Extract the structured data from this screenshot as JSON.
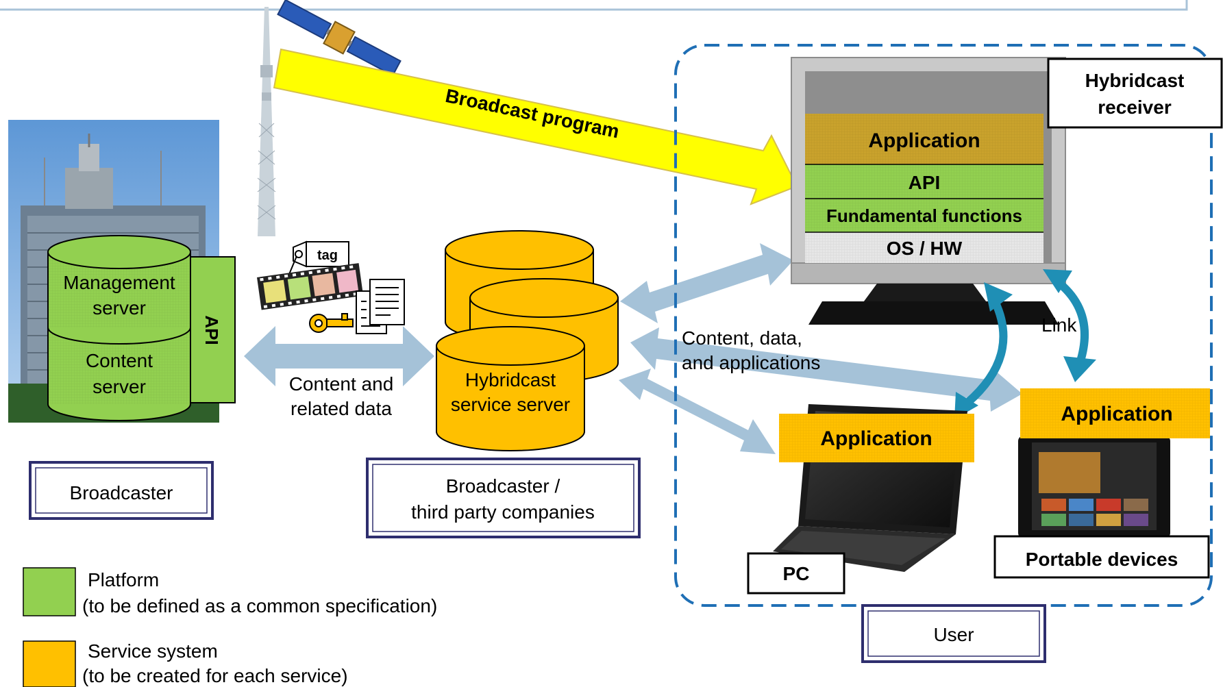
{
  "broadcast_arrow": {
    "label": "Broadcast program",
    "color": "#ffff00"
  },
  "broadcaster_site": {
    "management_server": [
      "Management",
      "server"
    ],
    "content_server": [
      "Content",
      "server"
    ],
    "api_label": "API"
  },
  "content_bundle": {
    "tag_label": "tag"
  },
  "content_link": {
    "label": [
      "Content and",
      "related data"
    ]
  },
  "service_server": {
    "label": [
      "Hybridcast",
      "service server"
    ]
  },
  "delivery": {
    "label": [
      "Content, data,",
      "and applications"
    ]
  },
  "receiver": {
    "title": [
      "Hybridcast",
      "receiver"
    ],
    "stack": [
      {
        "label": "Application",
        "color": "#c9a22c"
      },
      {
        "label": "API",
        "color": "#92d050"
      },
      {
        "label": "Fundamental functions",
        "color": "#92d050"
      },
      {
        "label": "OS / HW",
        "color": "#e6e6e6"
      }
    ]
  },
  "link_label": "Link",
  "pc": {
    "app_label": "Application",
    "device_label": "PC"
  },
  "portable": {
    "app_label": "Application",
    "device_label": "Portable devices"
  },
  "role_boxes": {
    "broadcaster": "Broadcaster",
    "third_party": [
      "Broadcaster /",
      "third party companies"
    ],
    "user": "User"
  },
  "legend": [
    {
      "color": "#92d050",
      "lines": [
        "Platform",
        "(to be defined as a common specification)"
      ]
    },
    {
      "color": "#ffc000",
      "lines": [
        "Service system",
        "(to be created for each service)"
      ]
    }
  ],
  "colors": {
    "platform_green": "#92d050",
    "service_orange": "#ffc000",
    "arrow_blue": "#a5c2d8",
    "link_teal": "#1f8fb5",
    "user_dashed": "#1f6fb5",
    "box_border": "#2e2e6e"
  }
}
